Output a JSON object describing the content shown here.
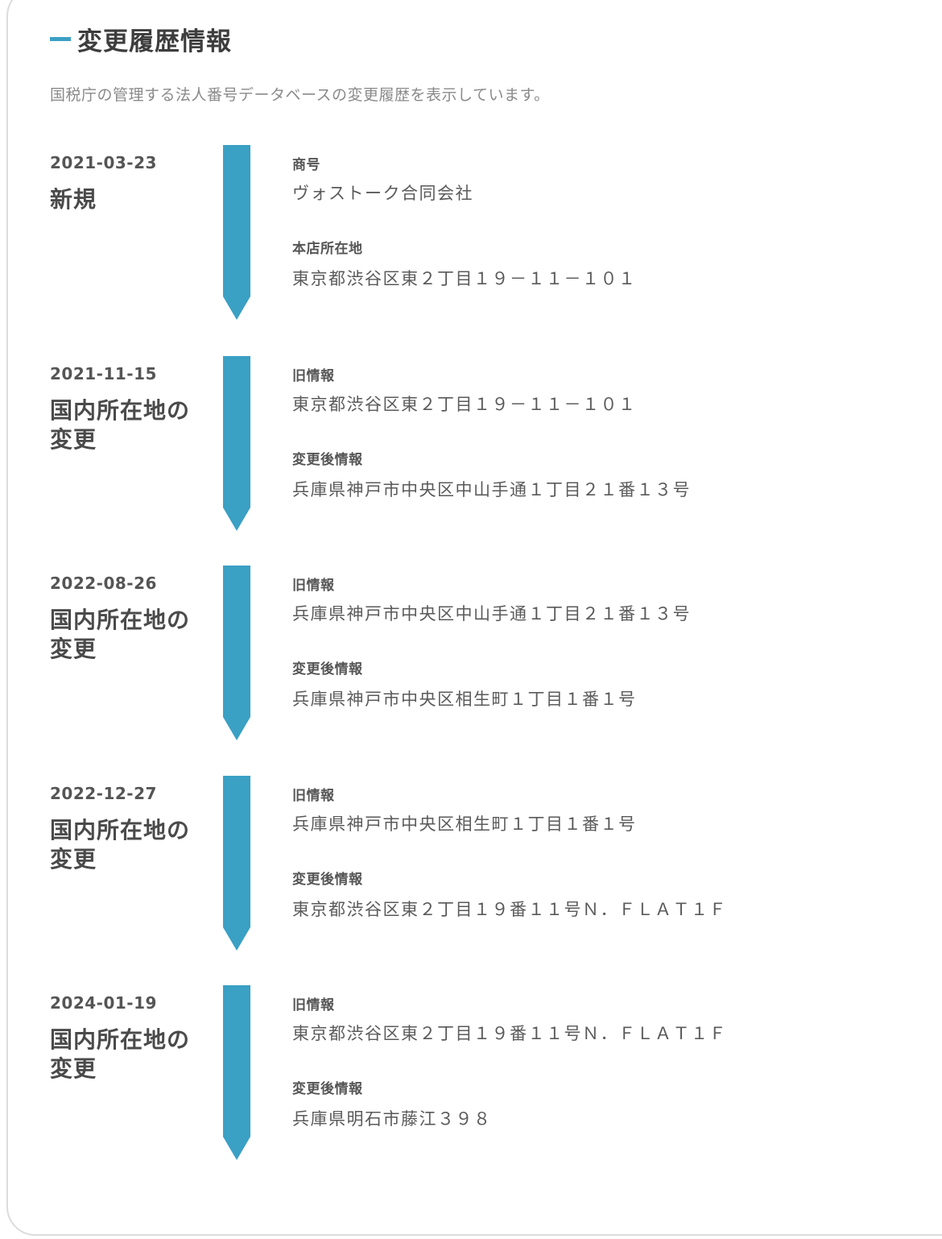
{
  "section": {
    "title": "変更履歴情報",
    "description": "国税庁の管理する法人番号データベースの変更履歴を表示しています。"
  },
  "accent_color": "#3aa0c4",
  "entries": [
    {
      "date": "2021-03-23",
      "type": "新規",
      "field1_label": "商号",
      "field1_value": "ヴォストーク合同会社",
      "field2_label": "本店所在地",
      "field2_value": "東京都渋谷区東２丁目１９－１１－１０１"
    },
    {
      "date": "2021-11-15",
      "type": "国内所在地の変更",
      "field1_label": "旧情報",
      "field1_value": "東京都渋谷区東２丁目１９－１１－１０１",
      "field2_label": "変更後情報",
      "field2_value": "兵庫県神戸市中央区中山手通１丁目２１番１３号"
    },
    {
      "date": "2022-08-26",
      "type": "国内所在地の変更",
      "field1_label": "旧情報",
      "field1_value": "兵庫県神戸市中央区中山手通１丁目２１番１３号",
      "field2_label": "変更後情報",
      "field2_value": "兵庫県神戸市中央区相生町１丁目１番１号"
    },
    {
      "date": "2022-12-27",
      "type": "国内所在地の変更",
      "field1_label": "旧情報",
      "field1_value": "兵庫県神戸市中央区相生町１丁目１番１号",
      "field2_label": "変更後情報",
      "field2_value": "東京都渋谷区東２丁目１９番１１号Ｎ．ＦＬＡＴ１Ｆ"
    },
    {
      "date": "2024-01-19",
      "type": "国内所在地の変更",
      "field1_label": "旧情報",
      "field1_value": "東京都渋谷区東２丁目１９番１１号Ｎ．ＦＬＡＴ１Ｆ",
      "field2_label": "変更後情報",
      "field2_value": "兵庫県明石市藤江３９８"
    }
  ]
}
